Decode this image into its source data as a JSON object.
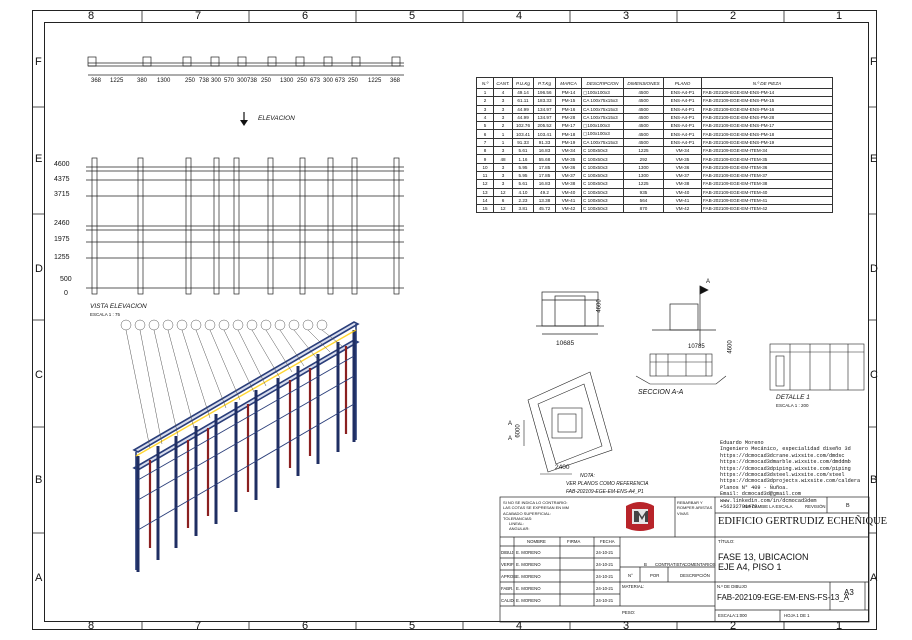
{
  "zones": {
    "columns": [
      "8",
      "7",
      "6",
      "5",
      "4",
      "3",
      "2",
      "1"
    ],
    "rows": [
      "F",
      "E",
      "D",
      "C",
      "B",
      "A"
    ]
  },
  "views": {
    "elevation_label": "ELEVACION",
    "vista_elevacion_label": "VISTA ELEVACION",
    "vista_elevacion_scale": "ESCALA 1 : 75",
    "seccion_label": "SECCION A-A",
    "detalle_label": "DETALLE 1",
    "detalle_scale": "ESCALA 1 : 200",
    "note_title": "NOTA:",
    "note_line1": "VER PLANOS COMO REFERENCIA",
    "note_line2": "FAB-202109-EGE-EM-ENS-A4_P1",
    "section_marker": "A"
  },
  "dimensions": {
    "top": [
      "368",
      "1225",
      "380",
      "1300",
      "250",
      "738",
      "300",
      "570",
      "300",
      "738",
      "250",
      "1300",
      "250",
      "673",
      "300",
      "673",
      "250",
      "1225",
      "368"
    ],
    "left_levels": [
      "4600",
      "4375",
      "3715",
      "2460",
      "1975",
      "1255",
      "500",
      "0"
    ],
    "site": [
      "10685",
      "4600",
      "10785",
      "6000",
      "2400"
    ]
  },
  "parts_table": {
    "headers": [
      "N.º",
      "CANT.",
      "P.U.Kg",
      "P.T.Kg",
      "MARCA",
      "DESCRIPCION",
      "DIMENSIONES",
      "PLANO",
      "N.º DE PIEZA"
    ],
    "rows": [
      [
        "1",
        "4",
        "49.14",
        "196.56",
        "PM-14",
        "▢100x100x3",
        "4500",
        "ENS-A4-P1",
        "FAB-202109-EGE-EM-ENS-PM-14"
      ],
      [
        "2",
        "3",
        "61.11",
        "183.33",
        "PM-15",
        "CA 100x75x15x3",
        "4500",
        "ENS-A4-P1",
        "FAB-202109-EGE-EM-ENS-PM-15"
      ],
      [
        "3",
        "3",
        "44.99",
        "134.97",
        "PM-16",
        "CA 100x75x15x3",
        "4500",
        "ENS-A4-P1",
        "FAB-202109-EGE-EM-ENS-PM-16"
      ],
      [
        "4",
        "3",
        "44.99",
        "134.97",
        "PM-28",
        "CA 100x75x15x3",
        "4500",
        "ENS-A4-P1",
        "FAB-202109-EGE-EM-ENS-PM-28"
      ],
      [
        "5",
        "2",
        "102.76",
        "205.52",
        "PM-17",
        "▢100x100x3",
        "4500",
        "ENS-A4-P1",
        "FAB-202109-EGE-EM-ENS-PM-17"
      ],
      [
        "6",
        "1",
        "103.41",
        "103.41",
        "PM-18",
        "▢100x100x3",
        "4500",
        "ENS-A4-P1",
        "FAB-202109-EGE-EM-ENS-PM-18"
      ],
      [
        "7",
        "1",
        "91.33",
        "91.33",
        "PM-19",
        "CA 100x75x15x3",
        "4500",
        "ENS-A4-P1",
        "FAB-202109-EGE-EM-ENS-PM-19"
      ],
      [
        "8",
        "3",
        "5.61",
        "16.83",
        "VM-34",
        "C 100x50x3",
        "1225",
        "VM-34",
        "FAB-202109-EGE-EM-ITEM-34"
      ],
      [
        "9",
        "48",
        "1.16",
        "55.68",
        "VM-35",
        "C 100x50x3",
        "292",
        "VM-35",
        "FAB-202109-EGE-EM-ITEM-35"
      ],
      [
        "10",
        "3",
        "5.95",
        "17.85",
        "VM-36",
        "C 100x50x3",
        "1300",
        "VM-36",
        "FAB-202109-EGE-EM-ITEM-36"
      ],
      [
        "11",
        "3",
        "5.95",
        "17.85",
        "VM-37",
        "C 100x50x3",
        "1300",
        "VM-37",
        "FAB-202109-EGE-EM-ITEM-37"
      ],
      [
        "12",
        "3",
        "5.61",
        "16.83",
        "VM-38",
        "C 100x50x3",
        "1225",
        "VM-38",
        "FAB-202109-EGE-EM-ITEM-38"
      ],
      [
        "13",
        "12",
        "4.10",
        "49.2",
        "VM-40",
        "C 100x50x3",
        "935",
        "VM-40",
        "FAB-202109-EGE-EM-ITEM-40"
      ],
      [
        "14",
        "6",
        "2.23",
        "13.38",
        "VM-41",
        "C 100x50x3",
        "564",
        "VM-41",
        "FAB-202109-EGE-EM-ITEM-41"
      ],
      [
        "15",
        "12",
        "3.81",
        "45.72",
        "VM-42",
        "C 100x50x3",
        "870",
        "VM-42",
        "FAB-202109-EGE-EM-ITEM-42"
      ]
    ]
  },
  "author_info": [
    "Eduardo Moreno",
    "Ingeniero Mecánico, especialidad diseño 3d",
    "https://dcmocad3dcrane.wixsite.com/dmdsc",
    "https://dcmocad3dmarble.wixsite.com/dmddmb",
    "https://dcmocad3dpiping.wixsite.com/piping",
    "https://dcmocad3dsteel.wixsite.com/steel",
    "https://dcmocad3dprojects.wixsite.com/caldera",
    "Planos N° 409 - Ñuñoa.",
    "Email: dcmocad3d@gmail.com",
    "www.linkedin.com/in/dcmocad3dem",
    "+56232701470"
  ],
  "title_block": {
    "notes": [
      "SI NO SE INDICA LO CONTRARIO:",
      "LAS COTAS SE EXPRESAN EN MM",
      "ACABADO SUPERFICIAL:",
      "TOLERANCIAS:",
      "LINEAL:",
      "ANGULAR:"
    ],
    "edge_note": [
      "REBARBAR Y",
      "ROMPER ARISTAS",
      "VIVAS"
    ],
    "no_scale": "NO CAMBIE LA ESCALA",
    "revision_label": "REVISIÓN",
    "revision_value": "B",
    "client": "EDIFICIO GERTRUDIZ ECHEÑIQUE",
    "titulo_label": "TÍTULO:",
    "title_line1": "FASE 13, UBICACION",
    "title_line2": "EJE A4, PISO 1",
    "dwg_no_label": "N.º DE DIBUJO",
    "dwg_no": "FAB-202109-EGE-EM-ENS-FS-13_A",
    "sheet_size": "A3",
    "scale": "ESCALA:1:000",
    "sheet": "HOJA 1 DE 1",
    "material_label": "MATERIAL:",
    "peso_label": "PESO:",
    "col_headers": [
      "NOMBRE",
      "FIRMA",
      "FECHA"
    ],
    "roles": [
      {
        "role": "DIBUJ.",
        "name": "E. MORENO",
        "date": "24-10-21"
      },
      {
        "role": "VERIF.",
        "name": "E. MORENO",
        "date": "24-10-21"
      },
      {
        "role": "APROB.",
        "name": "E. MORENO",
        "date": "24-10-21"
      },
      {
        "role": "FABR.",
        "name": "E. MORENO",
        "date": "24-10-21"
      },
      {
        "role": "CALID.",
        "name": "E. MORENO",
        "date": "24-10-21"
      }
    ],
    "rev_b": "B",
    "rev_contratista": "CONTRATISTA",
    "rev_comentarios": "COMENTARIOS",
    "rev_no": "N°",
    "rev_por": "POR",
    "rev_descripcion": "DESCRIPCIÓN"
  }
}
